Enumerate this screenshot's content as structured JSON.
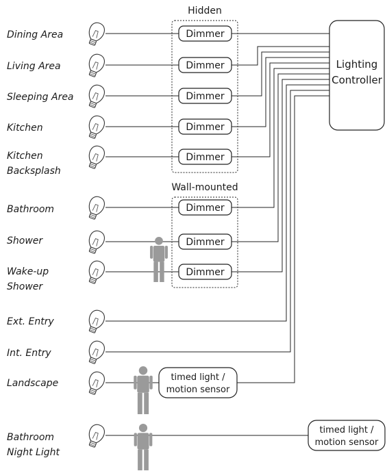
{
  "groups": {
    "hidden": "Hidden",
    "wall_mounted": "Wall-mounted"
  },
  "controller": {
    "line1": "Lighting",
    "line2": "Controller"
  },
  "zones": [
    {
      "line1": "Dining Area",
      "line2": ""
    },
    {
      "line1": "Living Area",
      "line2": ""
    },
    {
      "line1": "Sleeping Area",
      "line2": ""
    },
    {
      "line1": "Kitchen",
      "line2": ""
    },
    {
      "line1": "Kitchen",
      "line2": "Backsplash"
    },
    {
      "line1": "Bathroom",
      "line2": ""
    },
    {
      "line1": "Shower",
      "line2": ""
    },
    {
      "line1": "Wake-up",
      "line2": "Shower"
    },
    {
      "line1": "Ext. Entry",
      "line2": ""
    },
    {
      "line1": "Int. Entry",
      "line2": ""
    },
    {
      "line1": "Landscape",
      "line2": ""
    },
    {
      "line1": "Bathroom",
      "line2": "Night Light"
    }
  ],
  "dimmer_label": "Dimmer",
  "sensors": [
    {
      "line1": "timed light /",
      "line2": "motion sensor"
    },
    {
      "line1": "timed light /",
      "line2": "motion sensor"
    }
  ],
  "icons": {
    "bulb": "light-bulb-icon",
    "person": "person-icon"
  }
}
